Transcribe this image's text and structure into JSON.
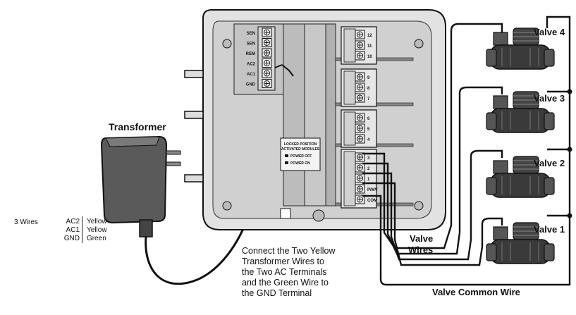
{
  "transformer": {
    "title": "Transformer"
  },
  "wire_legend": {
    "count_label": "3 Wires",
    "rows": [
      {
        "terminal": "AC2",
        "color": "Yellow"
      },
      {
        "terminal": "AC1",
        "color": "Yellow"
      },
      {
        "terminal": "GND",
        "color": "Green"
      }
    ]
  },
  "instructions": {
    "lines": [
      "Connect the Two Yellow",
      "Transformer Wires to",
      "the Two AC Terminals",
      "and the Green Wire to",
      "the GND Terminal"
    ]
  },
  "valves": [
    {
      "label": "Valve 4"
    },
    {
      "label": "Valve 3"
    },
    {
      "label": "Valve 2"
    },
    {
      "label": "Valve 1"
    }
  ],
  "valve_wires": {
    "line1": "Valve",
    "line2": "Wires"
  },
  "common_wire": {
    "label": "Valve Common Wire"
  },
  "controller": {
    "left_terminals": [
      "SEN",
      "SEN",
      "REM",
      "AC2",
      "AC1",
      "GND"
    ],
    "module_top": [
      "12",
      "11",
      "10"
    ],
    "module_mid": [
      "9",
      "8",
      "7"
    ],
    "module_low": [
      "6",
      "5",
      "4"
    ],
    "base_module": [
      "3",
      "2",
      "1",
      "P/MV",
      "COM"
    ],
    "lock_line1": "LOCKED POSITION",
    "lock_line2": "ACTIVATED MODULES",
    "power_off": "POWER OFF",
    "power_on": "POWER ON"
  },
  "colors": {
    "ink": "#111111",
    "case": "#dcdcdc",
    "panel": "#cfcfcf",
    "transformer": "#555555",
    "valve": "#3a3a3a"
  }
}
